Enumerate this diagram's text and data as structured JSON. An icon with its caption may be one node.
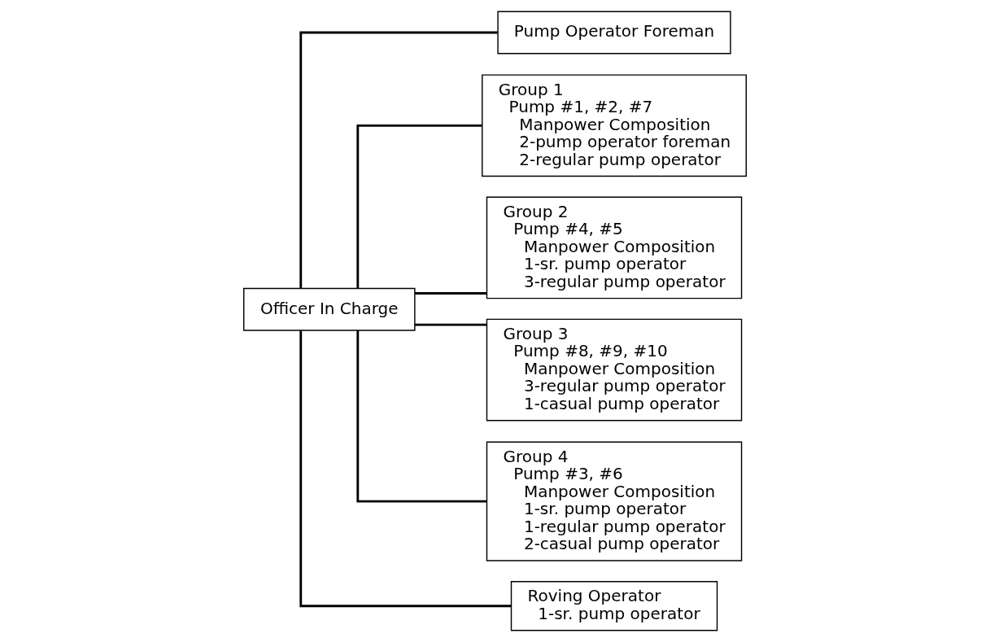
{
  "diagram": {
    "nodes": [
      {
        "text": [
          "Officer In Charge"
        ]
      },
      {
        "text": [
          "Pump Operator Foreman"
        ]
      },
      {
        "text": [
          "Group 1",
          "Pump #1, #2, #7",
          "Manpower Composition",
          "2-pump operator foreman",
          "2-regular pump operator"
        ]
      },
      {
        "text": [
          "Group 2",
          "Pump #4, #5",
          "Manpower Composition",
          "1-sr. pump operator",
          "3-regular pump operator"
        ]
      },
      {
        "text": [
          "Group 3",
          "Pump #8, #9, #10",
          "Manpower Composition",
          "3-regular pump operator",
          "1-casual pump operator"
        ]
      },
      {
        "text": [
          "Group 4",
          "Pump #3, #6",
          "Manpower Composition",
          "1-sr. pump operator",
          "1-regular pump operator",
          "2-casual pump operator"
        ]
      },
      {
        "text": [
          "Roving Operator",
          "1-sr. pump operator"
        ]
      }
    ],
    "edges": [
      {
        "from": 0,
        "to": 1,
        "arrow": "none"
      },
      {
        "from": 0,
        "to": 2,
        "arrow": "none"
      },
      {
        "from": 0,
        "to": 3,
        "arrow": "none"
      },
      {
        "from": 0,
        "to": 4,
        "arrow": "none"
      },
      {
        "from": 0,
        "to": 5,
        "arrow": "none"
      },
      {
        "from": 0,
        "to": 6,
        "arrow": "none"
      }
    ]
  }
}
